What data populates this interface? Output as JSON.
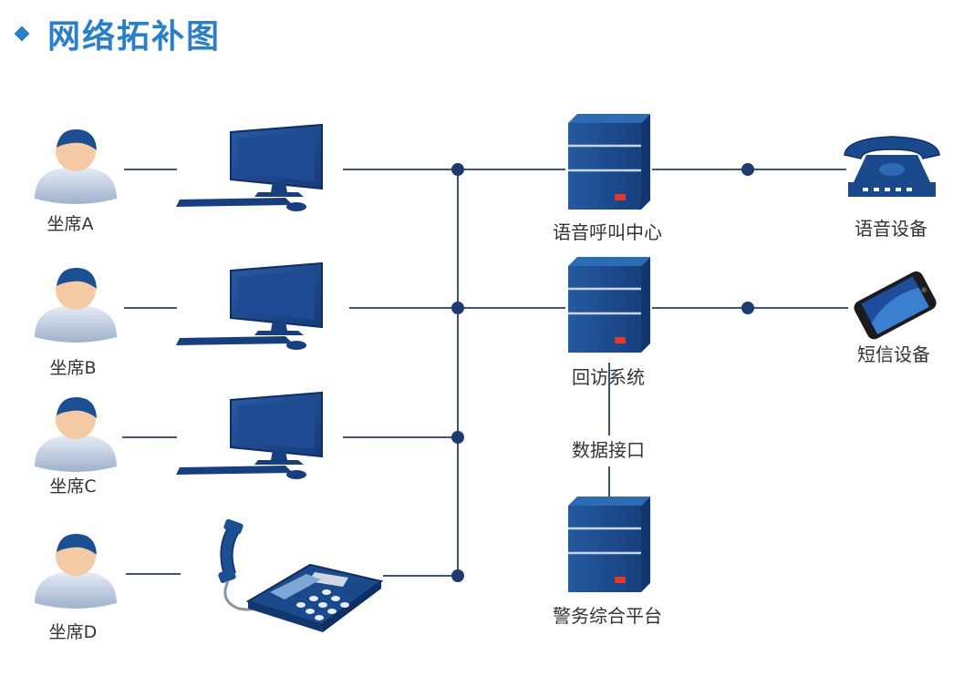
{
  "title": "网络拓补图",
  "agents": [
    {
      "label": "坐席A"
    },
    {
      "label": "坐席B"
    },
    {
      "label": "坐席C"
    },
    {
      "label": "坐席D"
    }
  ],
  "servers": {
    "voice_center": "语音呼叫中心",
    "callback": "回访系统",
    "police": "警务综合平台"
  },
  "devices": {
    "voice": "语音设备",
    "sms": "短信设备"
  },
  "link_label": "数据接口",
  "icons": {
    "agent": "user-icon",
    "workstation": "desktop-computer-icon",
    "desk_phone": "desk-phone-icon",
    "server": "server-icon",
    "telephone": "telephone-icon",
    "mobile": "smartphone-icon"
  },
  "colors": {
    "title": "#2a7fc8",
    "device_blue": "#1a4a8c",
    "wire": "#2b3c66"
  }
}
